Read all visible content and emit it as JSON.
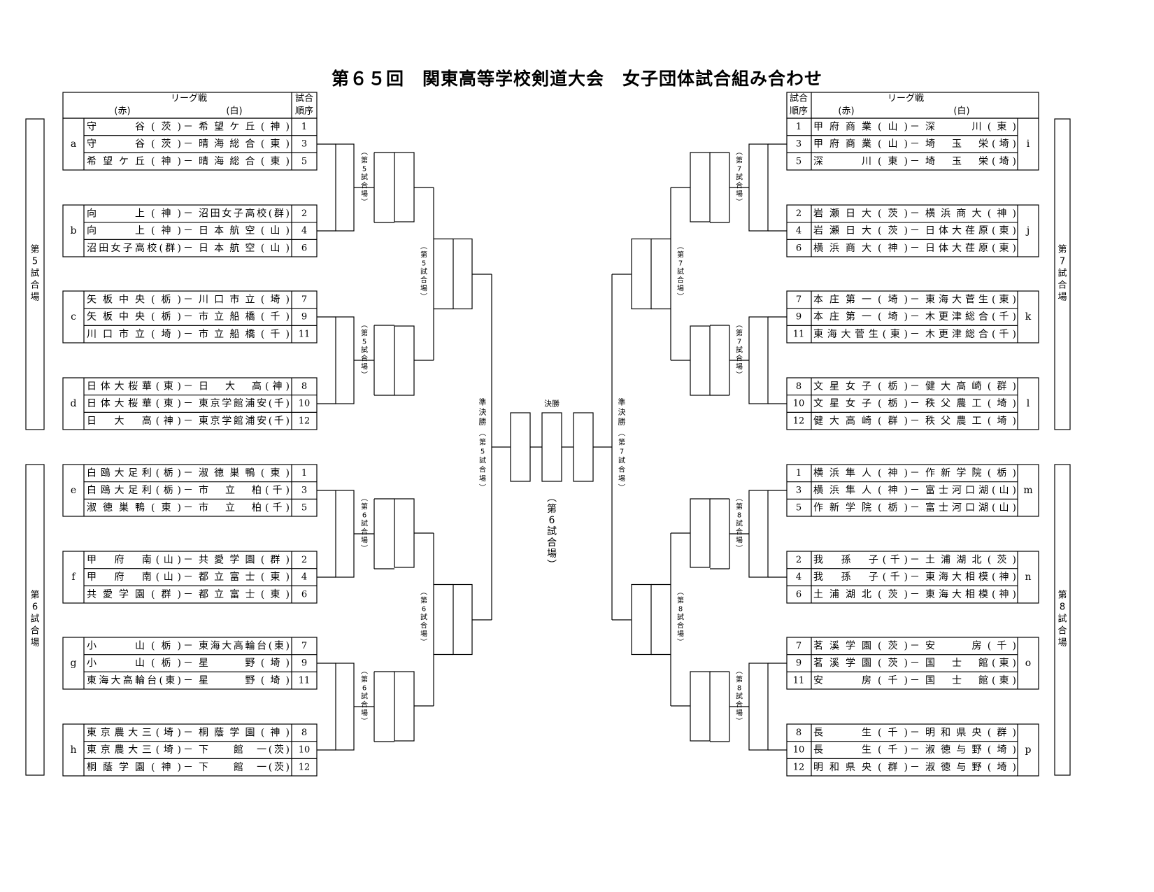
{
  "title": "第６５回　関東高等学校剣道大会　女子団体試合組み合わせ",
  "header": {
    "league": "リーグ戦",
    "red": "(赤)",
    "white": "(白)",
    "order_top": "試合",
    "order_bottom": "順序"
  },
  "venues": {
    "v5": "第5試合場",
    "v6": "第6試合場",
    "v7": "第7試合場",
    "v8": "第8試合場"
  },
  "round_labels": {
    "semifinal": "準決勝",
    "final": "決勝"
  },
  "left_groups": [
    {
      "id": "a",
      "rows": [
        {
          "red": "守　　谷(茨)",
          "white": "希望ケ丘(神)",
          "order": "1"
        },
        {
          "red": "守　　谷(茨)",
          "white": "晴海総合(東)",
          "order": "3"
        },
        {
          "red": "希望ケ丘(神)",
          "white": "晴海総合(東)",
          "order": "5"
        }
      ]
    },
    {
      "id": "b",
      "rows": [
        {
          "red": "向　　上(神)",
          "white": "沼田女子高校(群)",
          "order": "2"
        },
        {
          "red": "向　　上(神)",
          "white": "日本航空(山)",
          "order": "4"
        },
        {
          "red": "沼田女子高校(群)",
          "white": "日本航空(山)",
          "order": "6"
        }
      ]
    },
    {
      "id": "c",
      "rows": [
        {
          "red": "矢板中央(栃)",
          "white": "川口市立(埼)",
          "order": "7"
        },
        {
          "red": "矢板中央(栃)",
          "white": "市立船橋(千)",
          "order": "9"
        },
        {
          "red": "川口市立(埼)",
          "white": "市立船橋(千)",
          "order": "11"
        }
      ]
    },
    {
      "id": "d",
      "rows": [
        {
          "red": "日体大桜華(東)",
          "white": "日　大　高(神)",
          "order": "8"
        },
        {
          "red": "日体大桜華(東)",
          "white": "東京学館浦安(千)",
          "order": "10"
        },
        {
          "red": "日　大　高(神)",
          "white": "東京学館浦安(千)",
          "order": "12"
        }
      ]
    },
    {
      "id": "e",
      "rows": [
        {
          "red": "白鴎大足利(栃)",
          "white": "淑徳巣鴨(東)",
          "order": "1"
        },
        {
          "red": "白鴎大足利(栃)",
          "white": "市　立　柏(千)",
          "order": "3"
        },
        {
          "red": "淑徳巣鴨(東)",
          "white": "市　立　柏(千)",
          "order": "5"
        }
      ]
    },
    {
      "id": "f",
      "rows": [
        {
          "red": "甲　府　南(山)",
          "white": "共愛学園(群)",
          "order": "2"
        },
        {
          "red": "甲　府　南(山)",
          "white": "都立富士(東)",
          "order": "4"
        },
        {
          "red": "共愛学園(群)",
          "white": "都立富士(東)",
          "order": "6"
        }
      ]
    },
    {
      "id": "g",
      "rows": [
        {
          "red": "小　　山(栃)",
          "white": "東海大高輪台(東)",
          "order": "7"
        },
        {
          "red": "小　　山(栃)",
          "white": "星　　野(埼)",
          "order": "9"
        },
        {
          "red": "東海大高輪台(東)",
          "white": "星　　野(埼)",
          "order": "11"
        }
      ]
    },
    {
      "id": "h",
      "rows": [
        {
          "red": "東京農大三(埼)",
          "white": "桐蔭学園(神)",
          "order": "8"
        },
        {
          "red": "東京農大三(埼)",
          "white": "下　　館　一(茨)",
          "order": "10"
        },
        {
          "red": "桐蔭学園(神)",
          "white": "下　　館　一(茨)",
          "order": "12"
        }
      ]
    }
  ],
  "right_groups": [
    {
      "id": "i",
      "rows": [
        {
          "order": "1",
          "red": "甲府商業(山)",
          "white": "深　　川(東)"
        },
        {
          "order": "3",
          "red": "甲府商業(山)",
          "white": "埼　玉　栄(埼)"
        },
        {
          "order": "5",
          "red": "深　　川(東)",
          "white": "埼　玉　栄(埼)"
        }
      ]
    },
    {
      "id": "j",
      "rows": [
        {
          "order": "2",
          "red": "岩瀬日大(茨)",
          "white": "横浜商大(神)"
        },
        {
          "order": "4",
          "red": "岩瀬日大(茨)",
          "white": "日体大荏原(東)"
        },
        {
          "order": "6",
          "red": "横浜商大(神)",
          "white": "日体大荏原(東)"
        }
      ]
    },
    {
      "id": "k",
      "rows": [
        {
          "order": "7",
          "red": "本庄第一(埼)",
          "white": "東海大菅生(東)"
        },
        {
          "order": "9",
          "red": "本庄第一(埼)",
          "white": "木更津総合(千)"
        },
        {
          "order": "11",
          "red": "東海大菅生(東)",
          "white": "木更津総合(千)"
        }
      ]
    },
    {
      "id": "l",
      "rows": [
        {
          "order": "8",
          "red": "文星女子(栃)",
          "white": "健大高崎(群)"
        },
        {
          "order": "10",
          "red": "文星女子(栃)",
          "white": "秩父農工(埼)"
        },
        {
          "order": "12",
          "red": "健大高崎(群)",
          "white": "秩父農工(埼)"
        }
      ]
    },
    {
      "id": "m",
      "rows": [
        {
          "order": "1",
          "red": "横浜隼人(神)",
          "white": "作新学院(栃)"
        },
        {
          "order": "3",
          "red": "横浜隼人(神)",
          "white": "富士河口湖(山)"
        },
        {
          "order": "5",
          "red": "作新学院(栃)",
          "white": "富士河口湖(山)"
        }
      ]
    },
    {
      "id": "n",
      "rows": [
        {
          "order": "2",
          "red": "我　孫　子(千)",
          "white": "土浦湖北(茨)"
        },
        {
          "order": "4",
          "red": "我　孫　子(千)",
          "white": "東海大相模(神)"
        },
        {
          "order": "6",
          "red": "土浦湖北(茨)",
          "white": "東海大相模(神)"
        }
      ]
    },
    {
      "id": "o",
      "rows": [
        {
          "order": "7",
          "red": "茗溪学園(茨)",
          "white": "安　　房(千)"
        },
        {
          "order": "9",
          "red": "茗溪学園(茨)",
          "white": "国　士　館(東)"
        },
        {
          "order": "11",
          "red": "安　　房(千)",
          "white": "国　士　館(東)"
        }
      ]
    },
    {
      "id": "p",
      "rows": [
        {
          "order": "8",
          "red": "長　　生(千)",
          "white": "明和県央(群)"
        },
        {
          "order": "10",
          "red": "長　　生(千)",
          "white": "淑徳与野(埼)"
        },
        {
          "order": "12",
          "red": "明和県央(群)",
          "white": "淑徳与野(埼)"
        }
      ]
    }
  ]
}
